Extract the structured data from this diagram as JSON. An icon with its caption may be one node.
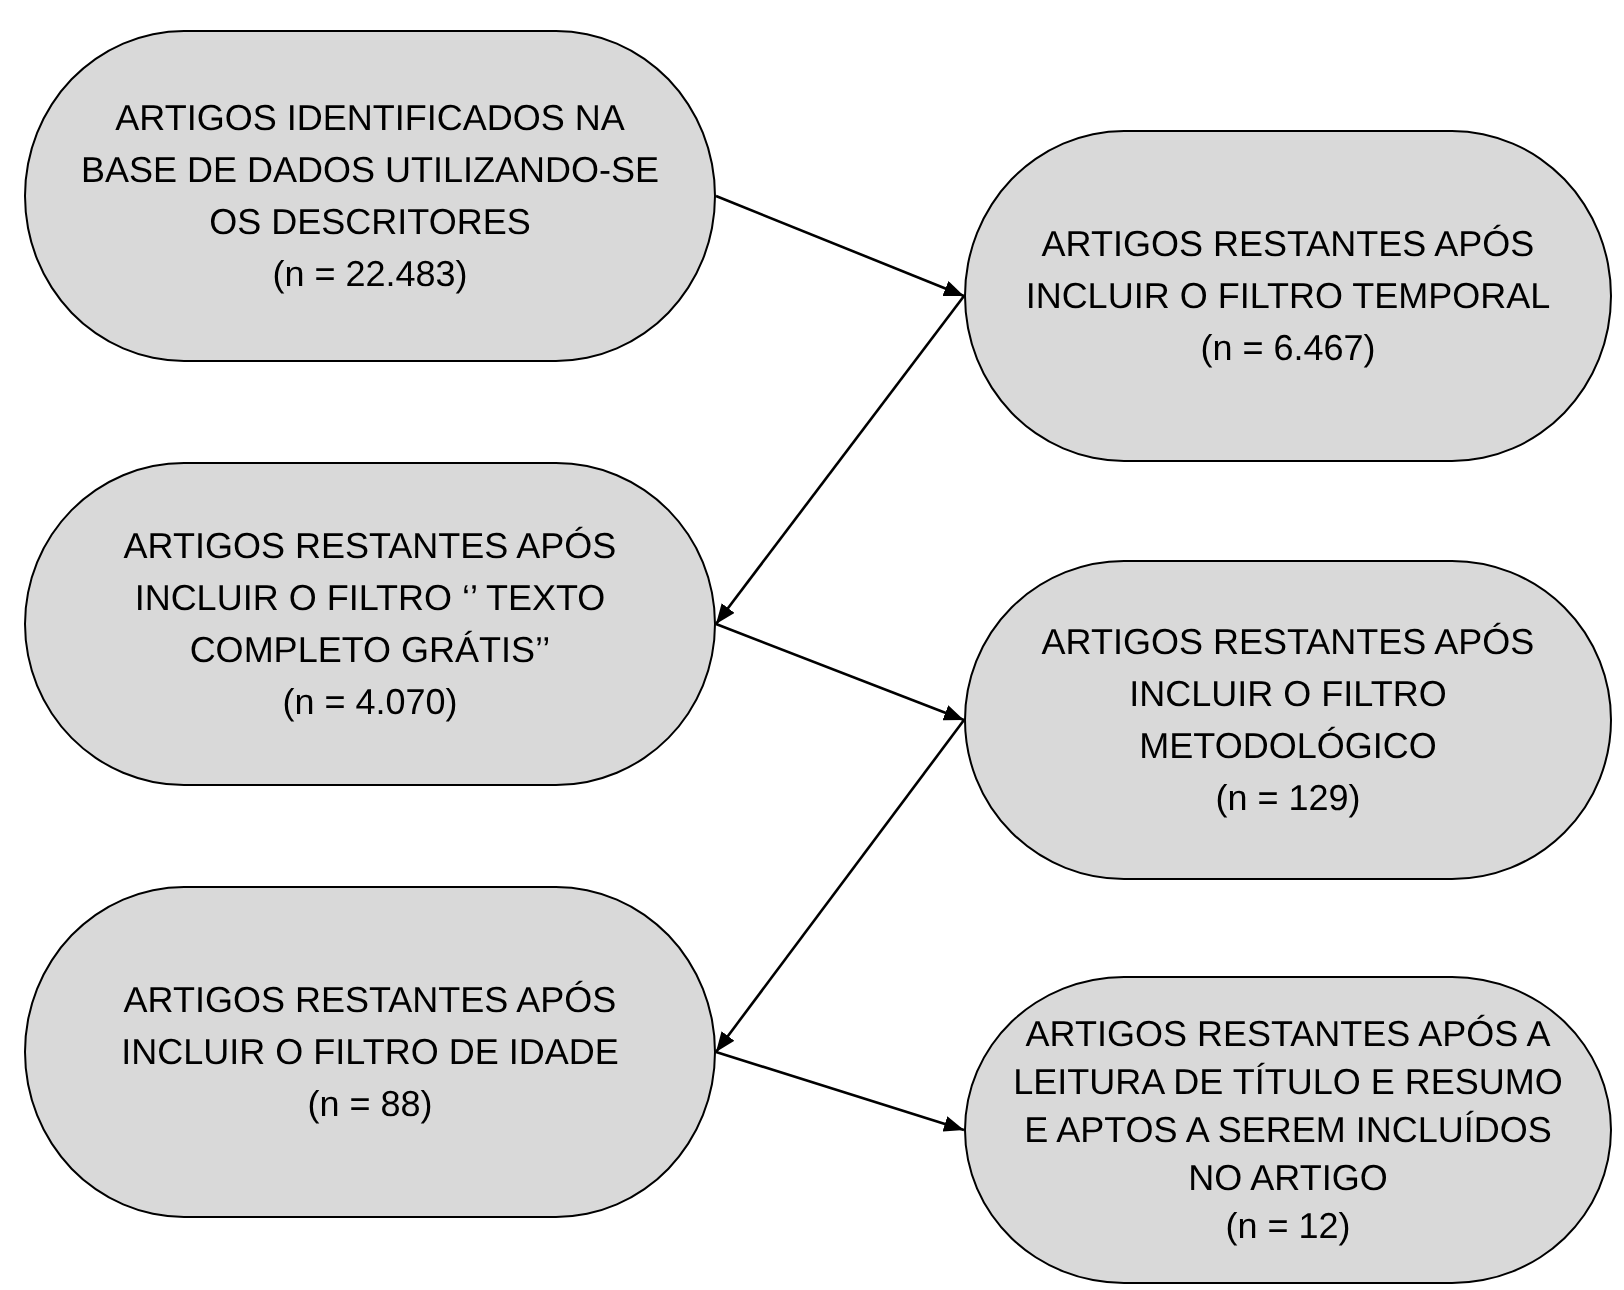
{
  "diagram": {
    "nodes": [
      {
        "text": [
          "ARTIGOS IDENTIFICADOS NA BASE DE DADOS UTILIZANDO-SE OS DESCRITORES",
          "(n = 22.483)"
        ]
      },
      {
        "text": [
          "ARTIGOS RESTANTES APÓS INCLUIR O FILTRO TEMPORAL",
          "(n = 6.467)"
        ]
      },
      {
        "text": [
          "ARTIGOS RESTANTES APÓS INCLUIR O FILTRO ‘’ TEXTO COMPLETO GRÁTIS’’",
          "(n = 4.070)"
        ]
      },
      {
        "text": [
          "ARTIGOS RESTANTES APÓS INCLUIR O FILTRO METODOLÓGICO",
          "(n = 129)"
        ]
      },
      {
        "text": [
          "ARTIGOS RESTANTES APÓS INCLUIR O FILTRO DE IDADE",
          "(n = 88)"
        ]
      },
      {
        "text": [
          "ARTIGOS RESTANTES APÓS A LEITURA DE TÍTULO E RESUMO E APTOS A SEREM INCLUÍDOS NO ARTIGO",
          "(n = 12)"
        ]
      }
    ],
    "edges": [
      {
        "from": 0,
        "to": 1,
        "arrow": "to"
      },
      {
        "from": 1,
        "to": 2,
        "arrow": "to"
      },
      {
        "from": 2,
        "to": 3,
        "arrow": "to"
      },
      {
        "from": 3,
        "to": 4,
        "arrow": "to"
      },
      {
        "from": 4,
        "to": 5,
        "arrow": "to"
      }
    ]
  }
}
